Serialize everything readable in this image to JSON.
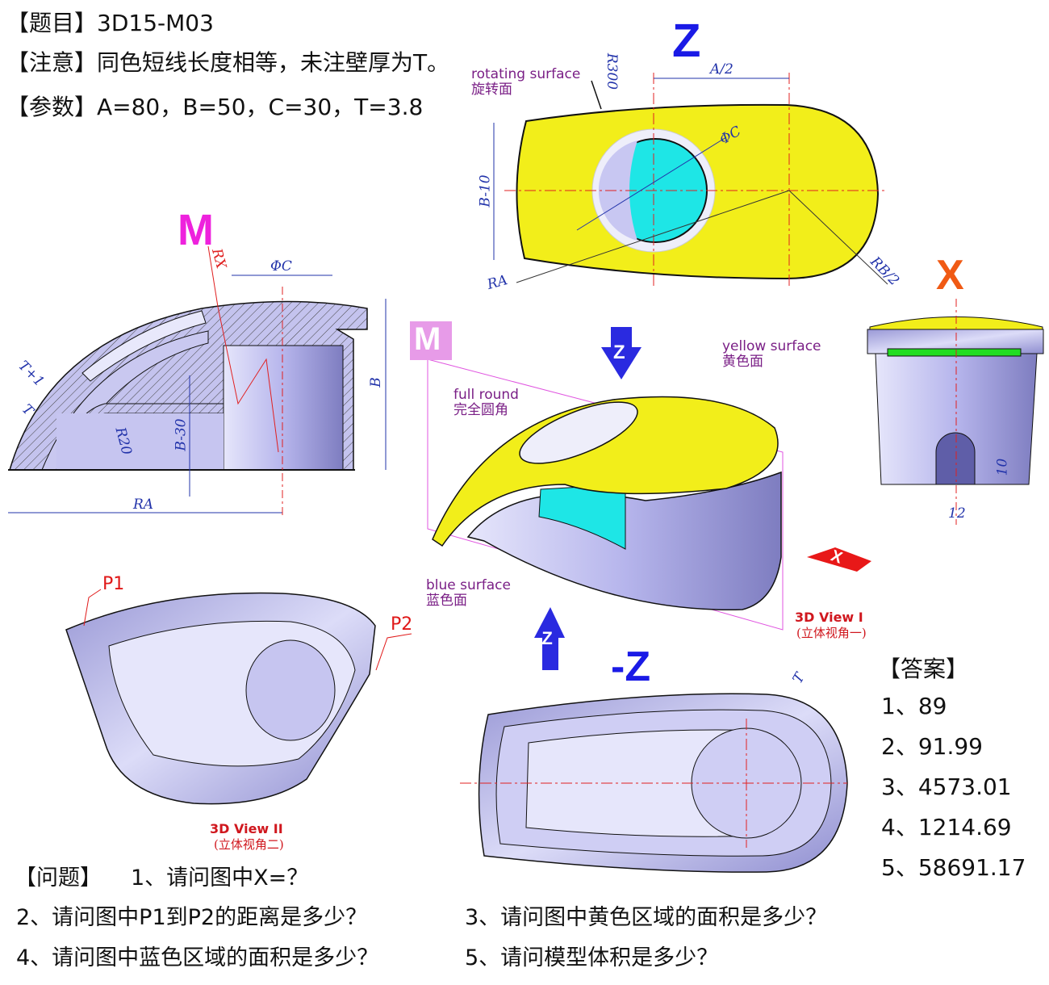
{
  "header": {
    "title": "【题目】3D15-M03",
    "note": "【注意】同色短线长度相等，未注壁厚为T。",
    "params": "【参数】A=80，B=50，C=30，T=3.8"
  },
  "top_view": {
    "view_label": "Z",
    "rotating_surface_en": "rotating surface",
    "rotating_surface_cn": "旋转面",
    "dims": {
      "r300": "R300",
      "a_half": "A/2",
      "phi_c": "ΦC",
      "b_minus_10": "B-10",
      "ra": "RA",
      "rb_half": "RB/2"
    }
  },
  "section_view": {
    "view_label": "M",
    "dims": {
      "rx": "RX",
      "phi_c": "ΦC",
      "b": "B",
      "t_plus_1": "T+1",
      "t": "T",
      "r20": "R20",
      "b_minus_30": "B-30",
      "ra": "RA"
    }
  },
  "view_3d_1": {
    "m_label": "M",
    "z_arrow": "Z",
    "x_arrow": "X",
    "neg_z_arrow": "-Z",
    "yellow_surface_en": "yellow surface",
    "yellow_surface_cn": "黄色面",
    "full_round_en": "full round",
    "full_round_cn": "完全圆角",
    "blue_surface_en": "blue surface",
    "blue_surface_cn": "蓝色面",
    "title": "3D View I",
    "title_cn": "(立体视角一)"
  },
  "x_view": {
    "view_label": "X",
    "dims": {
      "ten": "10",
      "twelve": "12"
    }
  },
  "view_3d_2": {
    "p1": "P1",
    "p2": "P2",
    "title": "3D View II",
    "title_cn": "(立体视角二)"
  },
  "bottom_view": {
    "view_label": "-Z",
    "dims": {
      "t": "T"
    }
  },
  "answers": {
    "heading": "【答案】",
    "items": [
      "1、89",
      "2、91.99",
      "3、4573.01",
      "4、1214.69",
      "5、58691.17"
    ]
  },
  "questions": {
    "heading": "【问题】",
    "items": [
      "1、请问图中X=？",
      "2、请问图中P1到P2的距离是多少？",
      "3、请问图中黄色区域的面积是多少？",
      "4、请问图中蓝色区域的面积是多少？",
      "5、请问模型体积是多少？"
    ]
  },
  "colors": {
    "yellow": "#f2ee1a",
    "cyan": "#1ee6e6",
    "body": "#b9b8ec",
    "dim_blue": "#2233aa",
    "magenta": "#ee22dd",
    "red": "#e01818",
    "orange": "#f05a14",
    "axis_blue": "#1a1ae6"
  }
}
